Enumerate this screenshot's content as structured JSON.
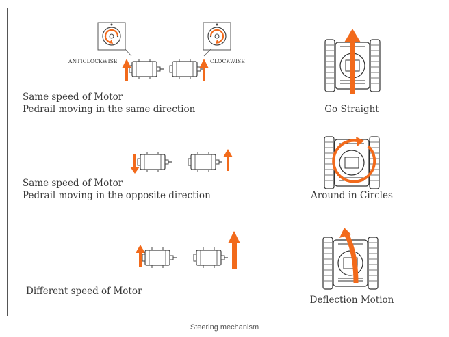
{
  "rows": [
    {
      "left_lines": [
        "Same speed of Motor",
        "Pedrail moving in the same direction"
      ],
      "label_left": "ANTICLOCKWISE",
      "label_right": "CLOCKWISE",
      "right_label": "Go Straight"
    },
    {
      "left_lines": [
        "Same speed of Motor",
        "Pedrail moving in the opposite direction"
      ],
      "right_label": "Around in Circles"
    },
    {
      "left_lines": [
        "Different speed of Motor"
      ],
      "right_label": "Deflection Motion"
    }
  ],
  "caption": "Steering mechanism",
  "colors": {
    "arrow": "#f26a1b",
    "line": "#555555",
    "text": "#3a3a3a"
  }
}
